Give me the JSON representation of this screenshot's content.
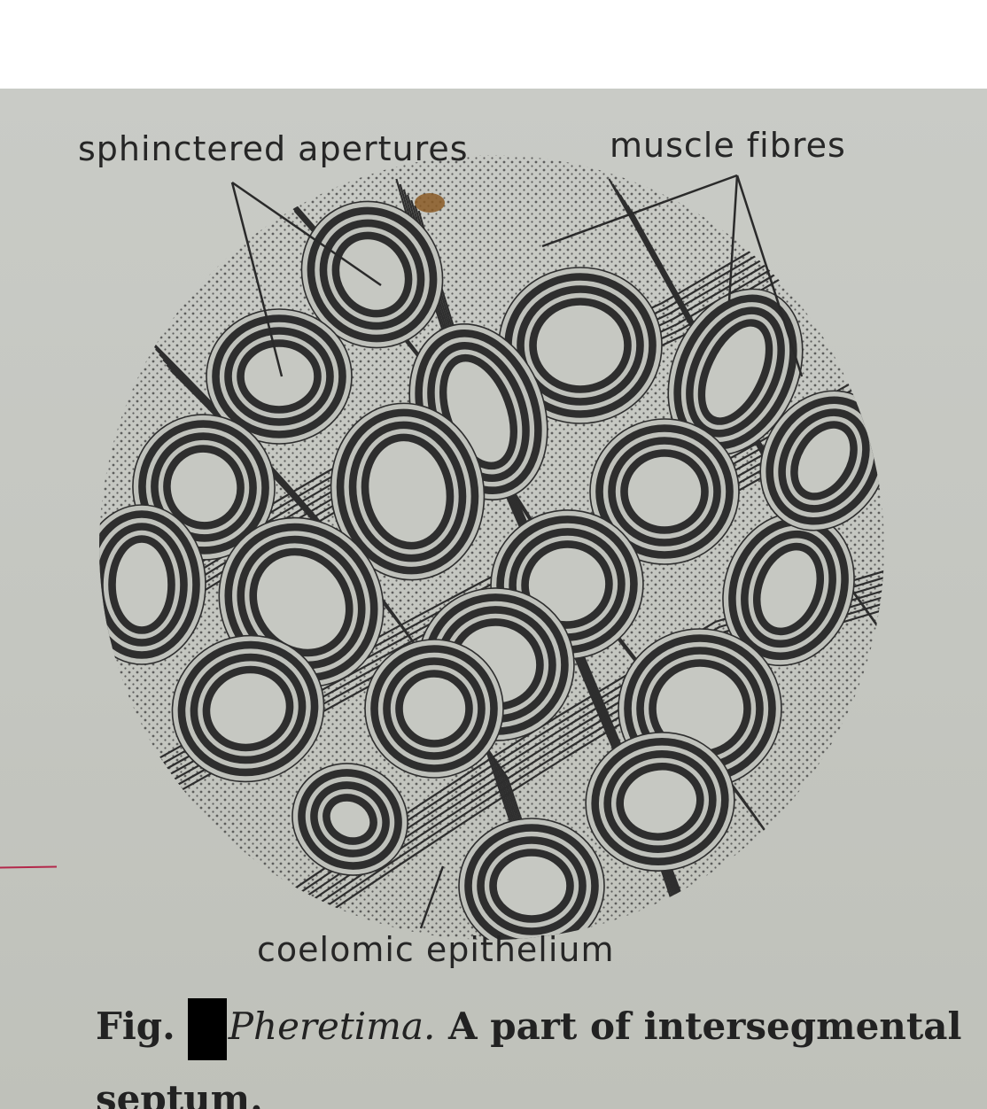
{
  "labels": {
    "sphinctered_apertures": "sphinctered apertures",
    "muscle_fibres": "muscle fibres",
    "coelomic_epithelium": "coelomic epithelium"
  },
  "caption": {
    "fig": "Fig.",
    "genus": "Pheretima.",
    "rest": " A part of intersegmental septum."
  },
  "colors": {
    "background": "#c6c8c2",
    "ink": "#2e2e2e",
    "annotation_mark": "#b3284a",
    "stain": "#8a5a24"
  }
}
